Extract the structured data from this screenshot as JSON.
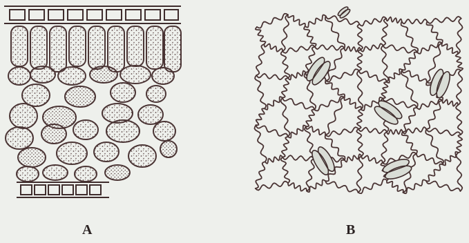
{
  "figure": {
    "panels": [
      {
        "label": "A",
        "content": "leaf-cross-section"
      },
      {
        "label": "B",
        "content": "epidermis-with-stomata"
      }
    ]
  },
  "colors": {
    "ink": "#4a3434",
    "paper": "#eef0ec",
    "cell_fill": "#e7e5df",
    "stoma_fill": "#d9ddd6"
  }
}
